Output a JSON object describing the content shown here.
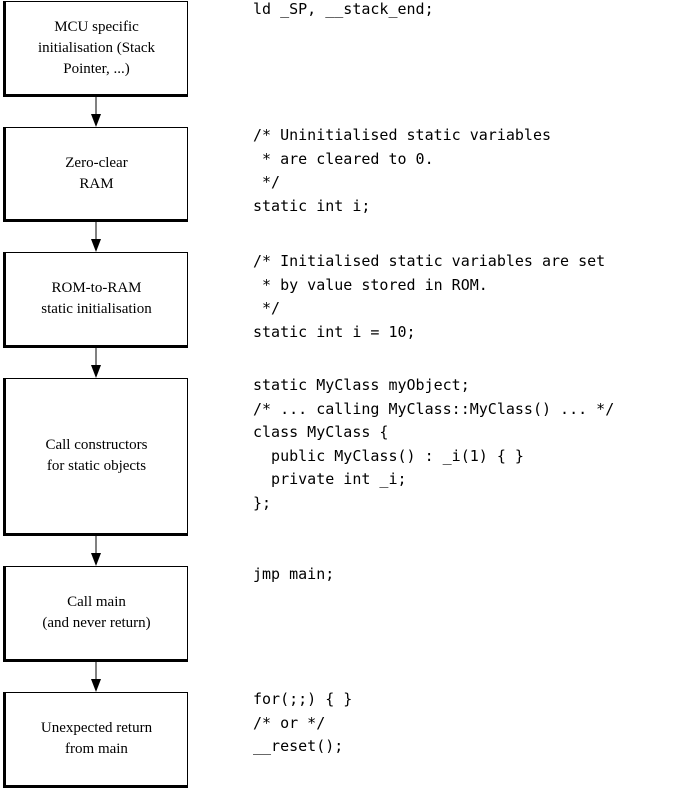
{
  "steps": [
    {
      "label": "MCU specific\ninitialisation (Stack\nPointer, ...)",
      "code": "ld _SP, __stack_end;"
    },
    {
      "label": "Zero-clear\nRAM",
      "code": "/* Uninitialised static variables\n * are cleared to 0.\n */\nstatic int i;"
    },
    {
      "label": "ROM-to-RAM\nstatic initialisation",
      "code": "/* Initialised static variables are set\n * by value stored in ROM.\n */\nstatic int i = 10;"
    },
    {
      "label": "Call constructors\nfor static objects",
      "code": "static MyClass myObject;\n/* ... calling MyClass::MyClass() ... */\nclass MyClass {\n  public MyClass() : _i(1) { }\n  private int _i;\n};"
    },
    {
      "label": "Call main\n(and never return)",
      "code": "jmp main;"
    },
    {
      "label": "Unexpected return\nfrom main",
      "code": "for(;;) { }\n/* or */\n__reset();"
    }
  ]
}
